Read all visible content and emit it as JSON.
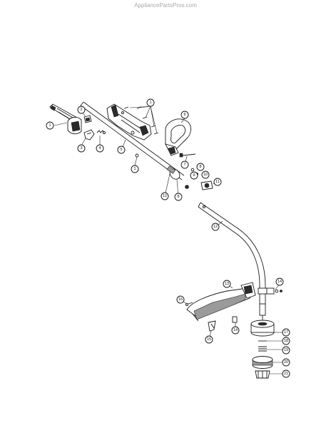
{
  "watermark": "AppliancePartsPros.com",
  "callouts": [
    {
      "id": "c1a",
      "label": "1"
    },
    {
      "id": "c1b",
      "label": "1"
    },
    {
      "id": "c1c",
      "label": "1"
    },
    {
      "id": "c2",
      "label": "2"
    },
    {
      "id": "c3",
      "label": "3"
    },
    {
      "id": "c4",
      "label": "4"
    },
    {
      "id": "c5",
      "label": "5"
    },
    {
      "id": "c6",
      "label": "6"
    },
    {
      "id": "c7",
      "label": "7"
    },
    {
      "id": "c8a",
      "label": "8"
    },
    {
      "id": "c8b",
      "label": "8"
    },
    {
      "id": "c9",
      "label": "9"
    },
    {
      "id": "c10",
      "label": "10"
    },
    {
      "id": "c11",
      "label": "11"
    },
    {
      "id": "c12",
      "label": "12"
    },
    {
      "id": "c13",
      "label": "13"
    },
    {
      "id": "c14a",
      "label": "14"
    },
    {
      "id": "c14b",
      "label": "14"
    },
    {
      "id": "c15",
      "label": "15"
    },
    {
      "id": "c16",
      "label": "16"
    },
    {
      "id": "c17",
      "label": "17"
    },
    {
      "id": "c18",
      "label": "18"
    },
    {
      "id": "c19",
      "label": "19"
    },
    {
      "id": "c20",
      "label": "20"
    },
    {
      "id": "c21",
      "label": "21"
    },
    {
      "id": "c22",
      "label": "12"
    }
  ]
}
